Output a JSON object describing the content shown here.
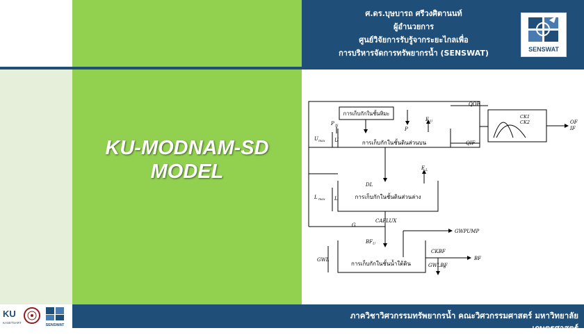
{
  "header": {
    "lines": [
      "ศ.ดร.บุษบารถ ศรีวงศิตานนท์",
      "ผู้อำนวยการ",
      "ศูนย์วิจัยการรับรู้จากระยะไกลเพื่อ",
      "การบริหารจัดการทรัพยากรน้ำ (SENSWAT)"
    ],
    "logo_text": "SENSWAT"
  },
  "title": {
    "line1": "KU-MODNAM-SD",
    "line2": "MODEL"
  },
  "footer": {
    "text": "ภาควิชาวิศวกรรมทรัพยากรน้ำ คณะวิศวกรรมศาสตร์ มหาวิทยาลัยเกษตรศาสตร์",
    "logo_ku": "KU",
    "logo_ku_sub": "KASETSART",
    "logo_senswat": "SENSWAT"
  },
  "diagram": {
    "snow_storage": "การเก็บกักในชั้นหิมะ",
    "upper_storage": "การเก็บกักในชั้นดินส่วนบน",
    "lower_storage": "การเก็บกักในชั้นดินส่วนล่าง",
    "gw_storage": "การเก็บกักในชั้นน้ำใต้ดิน",
    "labels": {
      "qof": "QOF",
      "qif": "QIF",
      "pn": "P",
      "pn_sub": "N",
      "p": "P",
      "eu": "E",
      "eu_sub": "U",
      "el": "E",
      "el_sub": "L",
      "umax": "U",
      "umax_sub": "max",
      "u": "U",
      "lmax": "L",
      "lmax_sub": "max",
      "l": "L",
      "dl": "DL",
      "caflux": "CAFLUX",
      "g": "G",
      "bfu": "BF",
      "bfu_sub": "U",
      "gwpump": "GWPUMP",
      "gwl": "GWL",
      "ckbf": "CKBF",
      "gwlbf": "GWLBF",
      "gwlbf_sub": "0",
      "bf": "BF",
      "ck1": "CK1",
      "ck2": "CK2",
      "of": "OF",
      "if": "IF"
    }
  }
}
